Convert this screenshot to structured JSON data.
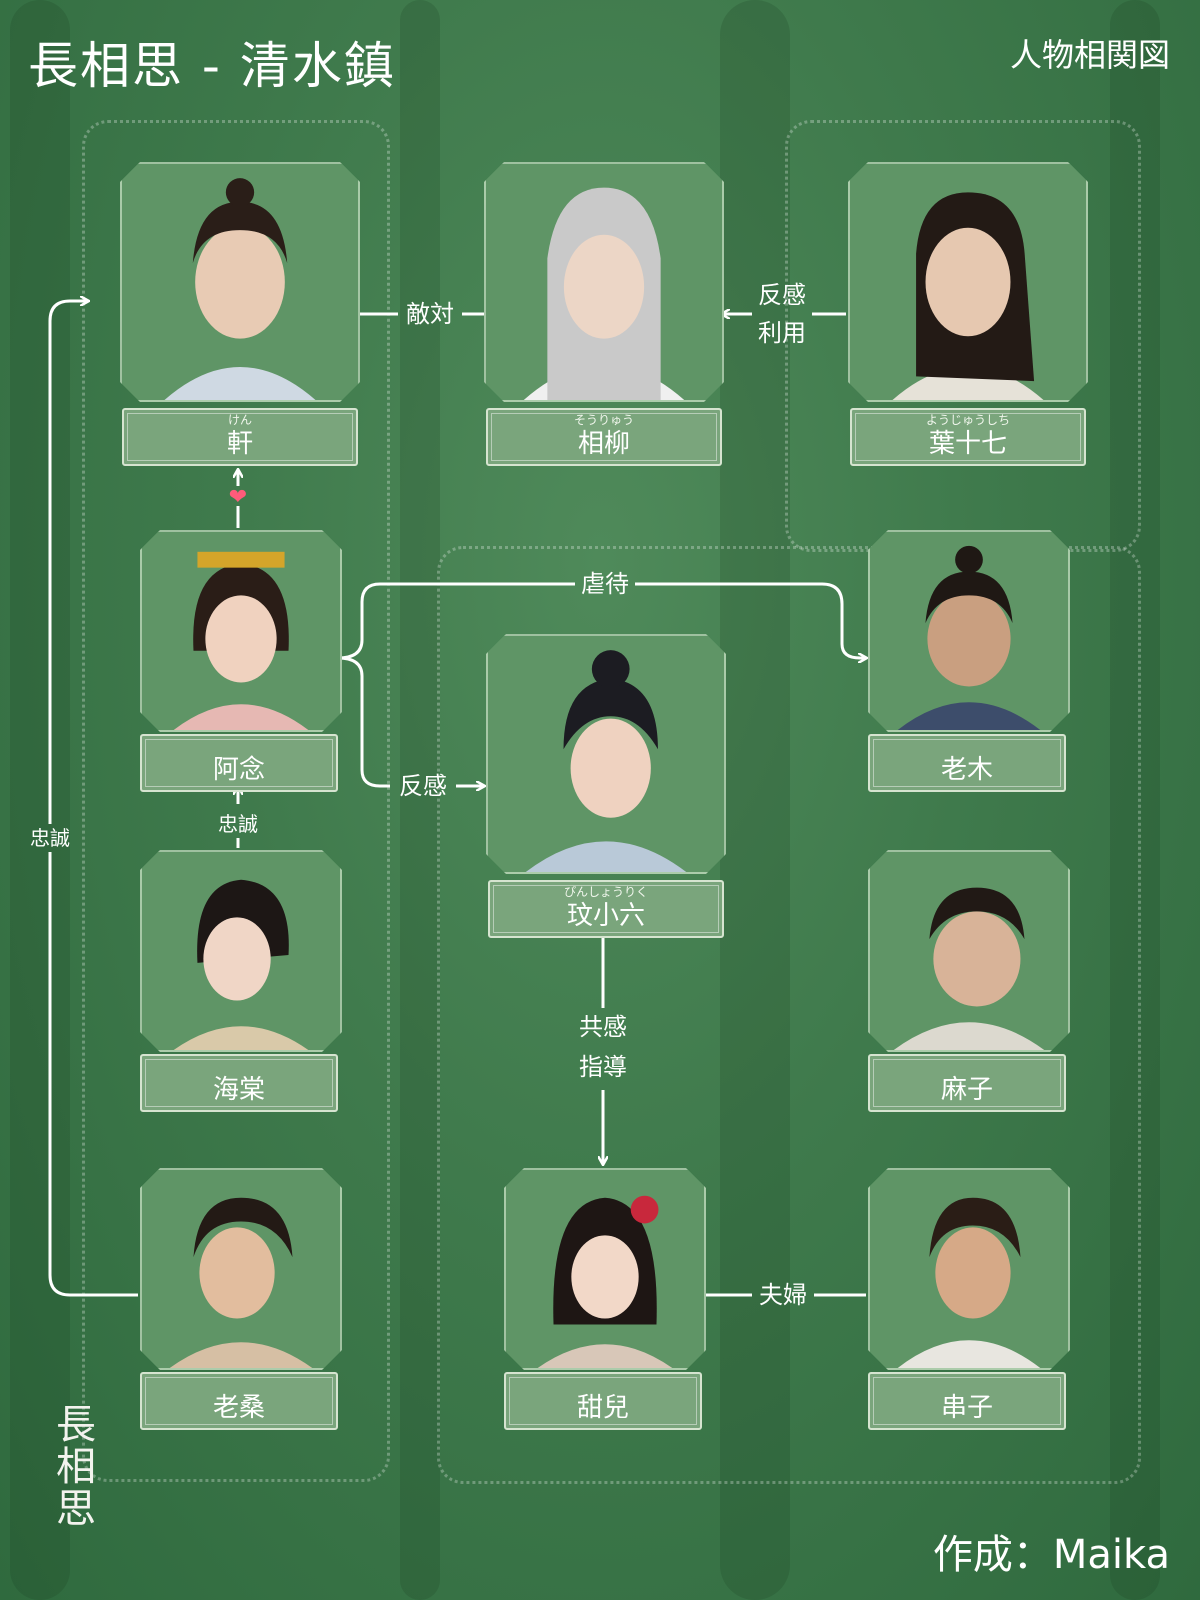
{
  "header": {
    "title": "長相思 - 清水鎮",
    "subtitle": "人物相関図"
  },
  "characters": {
    "ken": {
      "name": "軒",
      "reading": "けん"
    },
    "souryu": {
      "name": "相柳",
      "reading": "そうりゅう"
    },
    "youjuushichi": {
      "name": "葉十七",
      "reading": "ようじゅうしち"
    },
    "anen": {
      "name": "阿念"
    },
    "rouboku": {
      "name": "老木"
    },
    "bunshouroku": {
      "name": "玟小六",
      "reading": "ぴんしょうりく"
    },
    "kaidou": {
      "name": "海棠"
    },
    "mako": {
      "name": "麻子"
    },
    "rousou": {
      "name": "老桑"
    },
    "tenji": {
      "name": "甜兒"
    },
    "kushiko": {
      "name": "串子"
    }
  },
  "relations": {
    "ken_souryu": "敵対",
    "youjuushichi_souryu_1": "反感",
    "youjuushichi_souryu_2": "利用",
    "anen_rouboku": "虐待",
    "anen_bunshouroku": "反感",
    "kaidou_anen": "忠誠",
    "rousou_ken": "忠誠",
    "bunshouroku_tenji_1": "共感",
    "bunshouroku_tenji_2": "指導",
    "tenji_kushiko": "夫婦",
    "anen_ken_symbol": "❤"
  },
  "logo": {
    "line1": "長",
    "line2": "相",
    "line3": "思"
  },
  "credit": "作成：Maika"
}
